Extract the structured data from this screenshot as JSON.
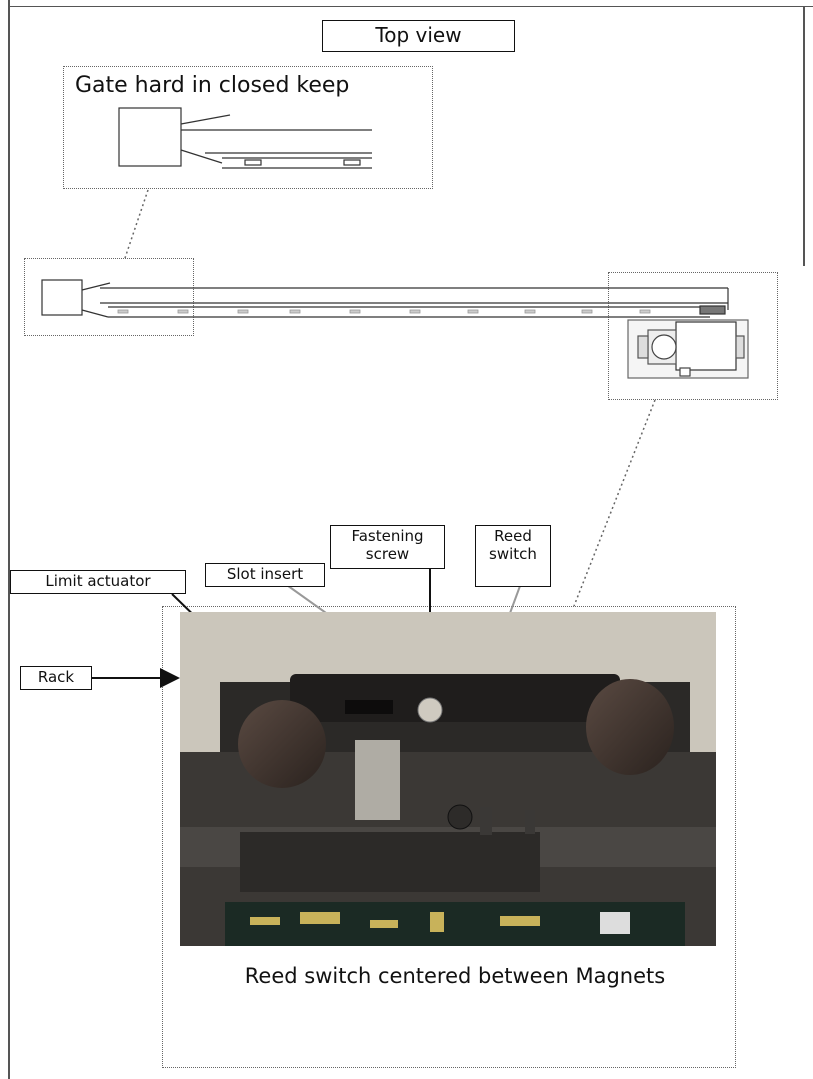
{
  "title": "Top view",
  "inset_title": "Gate hard in closed keep",
  "labels": {
    "fastening": "Fastening\nscrew",
    "reed": "Reed\nswitch",
    "limit": "Limit actuator",
    "slot": "Slot insert",
    "rack": "Rack"
  },
  "caption": "Reed switch centered between Magnets",
  "colors": {
    "border": "#555555",
    "dotted": "#666666",
    "line": "#111111"
  }
}
